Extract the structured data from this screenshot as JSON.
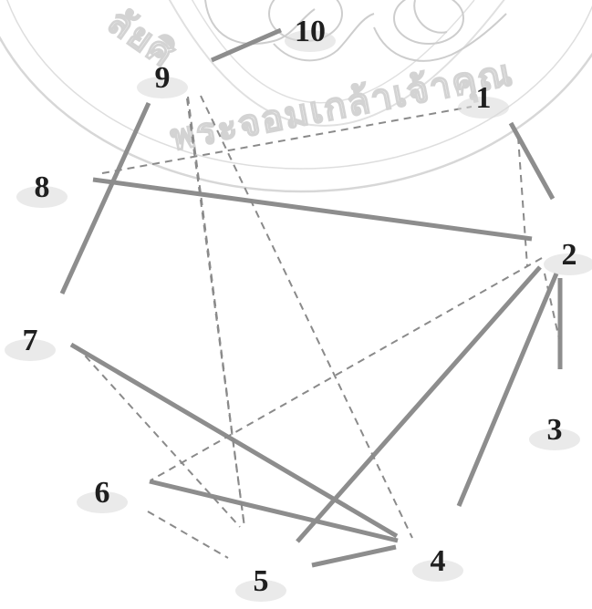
{
  "watermark": {
    "text": "มหาวิทยาลัยศิลปากร เจ้าคุณทหาร ลาดกระบัง มีพระจอมเกล้าเจ้าคุณทหาร ลาดกระบัง",
    "stroke_color": "#b3b3b3"
  },
  "colors": {
    "solid_edge": "#8d8d8d",
    "dashed_edge": "#8a8a8a",
    "node_text": "#1f1f1f",
    "node_blob": "#d9d9d9"
  },
  "nodes": [
    {
      "id": "1",
      "label": "1"
    },
    {
      "id": "2",
      "label": "2"
    },
    {
      "id": "3",
      "label": "3"
    },
    {
      "id": "4",
      "label": "4"
    },
    {
      "id": "5",
      "label": "5"
    },
    {
      "id": "6",
      "label": "6"
    },
    {
      "id": "7",
      "label": "7"
    },
    {
      "id": "8",
      "label": "8"
    },
    {
      "id": "9",
      "label": "9"
    },
    {
      "id": "10",
      "label": "10"
    }
  ],
  "edges": [
    {
      "from": "1",
      "to": "2",
      "style": "solid"
    },
    {
      "from": "2",
      "to": "3",
      "style": "solid"
    },
    {
      "from": "2",
      "to": "4",
      "style": "solid"
    },
    {
      "from": "2",
      "to": "5",
      "style": "solid"
    },
    {
      "from": "2",
      "to": "8",
      "style": "solid"
    },
    {
      "from": "4",
      "to": "5",
      "style": "solid"
    },
    {
      "from": "4",
      "to": "6",
      "style": "solid"
    },
    {
      "from": "4",
      "to": "7",
      "style": "solid"
    },
    {
      "from": "7",
      "to": "9",
      "style": "solid"
    },
    {
      "from": "9",
      "to": "10",
      "style": "solid"
    },
    {
      "from": "1",
      "to": "8",
      "style": "dashed"
    },
    {
      "from": "1",
      "to": "2",
      "style": "dashed"
    },
    {
      "from": "2",
      "to": "3",
      "style": "dashed"
    },
    {
      "from": "2",
      "to": "6",
      "style": "dashed"
    },
    {
      "from": "9",
      "to": "4",
      "style": "dashed"
    },
    {
      "from": "9",
      "to": "5",
      "style": "dashed"
    },
    {
      "from": "9",
      "to": "5",
      "style": "dashed"
    },
    {
      "from": "7",
      "to": "5",
      "style": "dashed"
    },
    {
      "from": "6",
      "to": "5",
      "style": "dashed"
    }
  ]
}
